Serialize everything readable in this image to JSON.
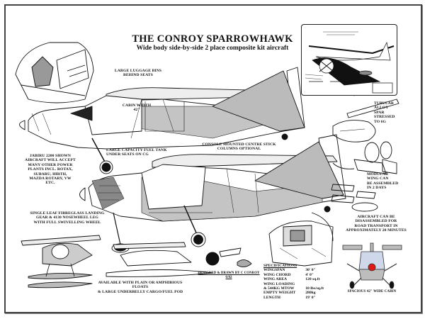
{
  "header": {
    "title": "THE CONROY SPARROWHAWK",
    "subtitle": "Wide body side-by-side 2 place composite kit aircraft"
  },
  "callouts": {
    "luggage": "LARGE LUGGAGE BINS\nBEHIND SEATS",
    "cabin_width": "CABIN WIDTH\n42\"",
    "engine": "JABIRU 2200 SHOWN\nAIRCRAFT WILL ACCEPT\nMANY OTHER POWER\nPLANTS INCL. ROTAX,\nSUBARU, HIRTH,\nMAZDA ROTARY, VW\nETC.",
    "fuel_tank": "LARGE CAPACITY FUEL TANK\nUNDER SEATS ON CG",
    "stick": "CONSOLE MOUNTED CENTRE STICK\nCOLUMNS OPTIONAL",
    "spar": "TUBULAR\nALLOY\nSPAR\nSTRESSED\nTO 6g",
    "modular_wing": "MODULAR\nWING CAN\nBE ASSEMBLED\nIN 2 DAYS",
    "landing_gear": "SINGLE LEAF FIBREGLASS LANDING\nGEAR & 4130 NOSEWHEEL LEG\nWITH FULL SWIVELLING WHEEL",
    "floats": "AVAILABLE WITH PLAIN OR AMPHIBIOUS FLOATS\n& LARGE UNDERBELLY CARGO/FUEL POD",
    "designer": "DESIGNED & DRAWN BY C CONROY 6/02",
    "disassembly": "AIRCRAFT CAN BE\nDISASSEMBLED FOR\nROAD TRANSPORT IN\nAPPROXIMATELY 20 minutes",
    "front_view": "SPACIOUS 42\" WIDE CABIN"
  },
  "specifications": {
    "heading": "SPECIFICATIONS",
    "rows": [
      {
        "label": "WINGSPAN",
        "value": "30' 0\""
      },
      {
        "label": "WING CHORD",
        "value": "4' 0\""
      },
      {
        "label": "WING AREA",
        "value": "120 sq.ft"
      },
      {
        "label": "WING LOADING",
        "value": ""
      },
      {
        "label": "& 544kg MTOW",
        "value": "10 lbs/sq.ft"
      },
      {
        "label": "EMPTY WEIGHT",
        "value": "280kg"
      },
      {
        "label": "LENGTH",
        "value": "19' 0\""
      }
    ]
  },
  "colors": {
    "frame": "#444444",
    "ink": "#111111",
    "fuselage_shade": "#bdbdbd",
    "canopy_tint": "#cfd8ea",
    "spinner_red": "#e01818"
  }
}
